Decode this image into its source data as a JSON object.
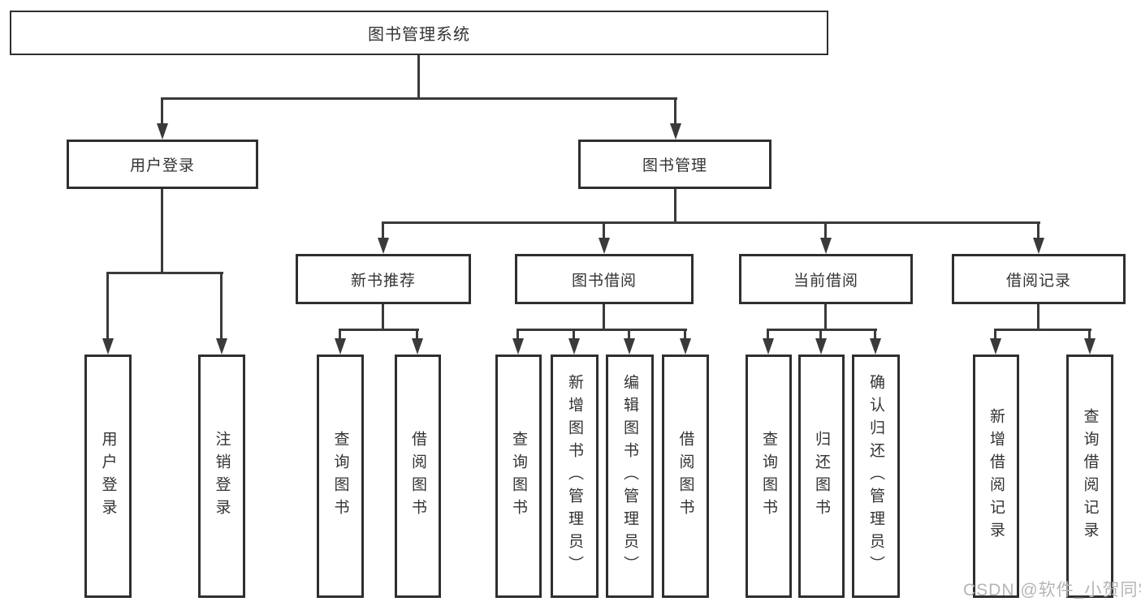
{
  "diagram": {
    "root": "图书管理系统",
    "branches": [
      {
        "label": "用户登录",
        "children": [
          "用户登录",
          "注销登录"
        ]
      },
      {
        "label": "图书管理",
        "children": [
          {
            "label": "新书推荐",
            "children": [
              "查询图书",
              "借阅图书"
            ]
          },
          {
            "label": "图书借阅",
            "children": [
              "查询图书",
              "新增图书（管理员）",
              "编辑图书（管理员）",
              "借阅图书"
            ]
          },
          {
            "label": "当前借阅",
            "children": [
              "查询图书",
              "归还图书",
              "确认归还（管理员）"
            ]
          },
          {
            "label": "借阅记录",
            "children": [
              "新增借阅记录",
              "查询借阅记录"
            ]
          }
        ]
      }
    ]
  },
  "watermark": {
    "text": "CSDN @软件_小贺同学"
  },
  "colors": {
    "line": "#3a3a3a",
    "box_border": "#2f2f2f",
    "box_fill": "#ffffff",
    "text": "#333333",
    "watermark": "#b5b5b5"
  }
}
